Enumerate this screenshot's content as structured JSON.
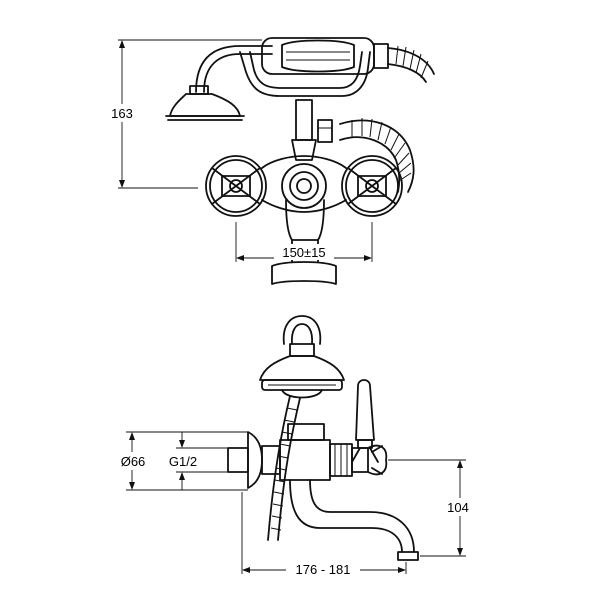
{
  "front_view": {
    "height_label": "163",
    "spacing_label": "150±15"
  },
  "side_view": {
    "pipe_diameter_label": "Ø66",
    "thread_label": "G1/2",
    "spout_height_label": "104",
    "projection_label": "176 - 181"
  }
}
